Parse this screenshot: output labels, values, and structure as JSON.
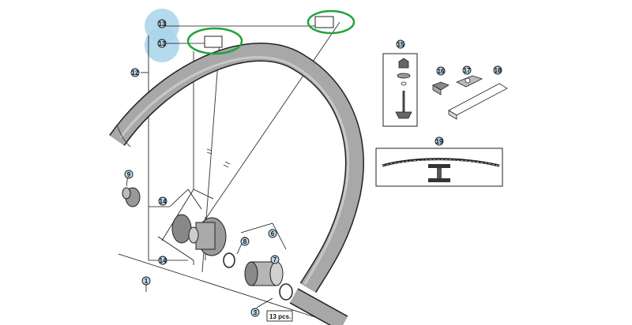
{
  "callouts": {
    "c1": "1",
    "c3": "3",
    "c6": "6",
    "c7": "7",
    "c8": "8",
    "c9": "9",
    "c12": "12",
    "c13a": "13",
    "c13b": "13",
    "c14a": "14",
    "c14b": "14",
    "c15": "15",
    "c16": "16",
    "c17": "17",
    "c18": "18",
    "c19": "19"
  },
  "labels": {
    "quantity": "13 pcs."
  },
  "colors": {
    "callout_fill": "#b9dcef",
    "highlight_circle": "#a9d3ea",
    "highlight_ring": "#22a33a",
    "rim": "#9a9a9a"
  }
}
